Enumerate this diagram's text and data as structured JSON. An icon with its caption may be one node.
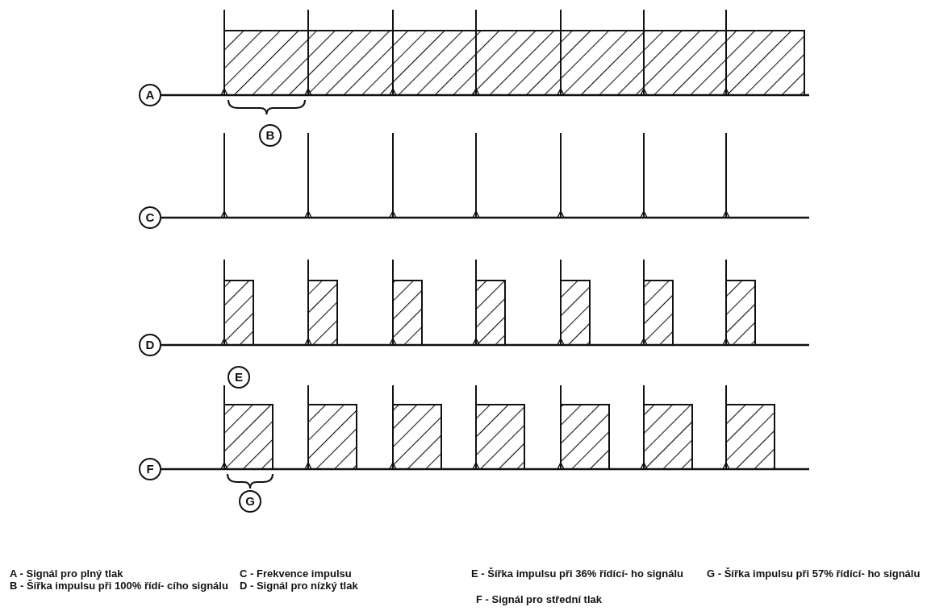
{
  "diagram": {
    "labels": [
      "A",
      "B",
      "C",
      "D",
      "E",
      "F",
      "G",
      "A - Signál pro plný tlak",
      "C - Frekvence impulsu",
      "E - Šířka impulsu při 36% řídící- ho signálu",
      "G - Šířka impulsu při 57% řídící- ho signálu",
      "B - Šířka impulsu při 100% řídí- cího signálu",
      "D - Signál pro nízký tlak",
      "F - Signál pro střední tlak"
    ]
  }
}
